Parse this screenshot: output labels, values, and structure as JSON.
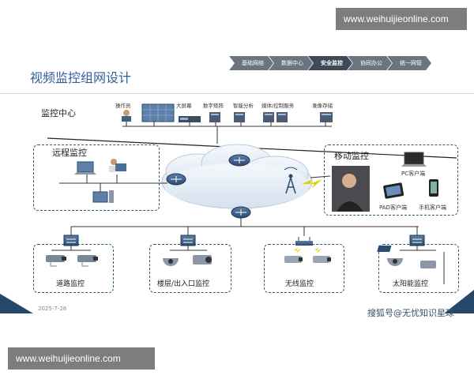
{
  "watermark": {
    "top": "www.weihuijieonline.com",
    "bottom": "www.weihuijieonline.com"
  },
  "nav_tabs": [
    {
      "label": "基础网络",
      "active": false
    },
    {
      "label": "数据中心",
      "active": false
    },
    {
      "label": "安全监控",
      "active": true
    },
    {
      "label": "协同办公",
      "active": false
    },
    {
      "label": "统一网管",
      "active": false
    }
  ],
  "title": "视频监控组网设计",
  "monitor_center": {
    "label": "监控中心",
    "devices": [
      "操作员",
      "大屏幕",
      "数字矩阵",
      "智能分析",
      "媒体/控制服务",
      "录像存储"
    ]
  },
  "remote": {
    "label": "远程监控"
  },
  "mobile": {
    "label": "移动监控",
    "clients": [
      "PC客户端",
      "PAD客户端",
      "手机客户端"
    ]
  },
  "sites": [
    "道路监控",
    "楼层/出入口监控",
    "无线监控",
    "太阳能监控"
  ],
  "footer": {
    "date": "2025-7-28",
    "credit": "搜狐号@无忧知识星球"
  },
  "colors": {
    "title": "#2f5f9a",
    "zone_border": "#2a5c6e",
    "nav_active": "#404a57",
    "nav": "#6c7480"
  }
}
